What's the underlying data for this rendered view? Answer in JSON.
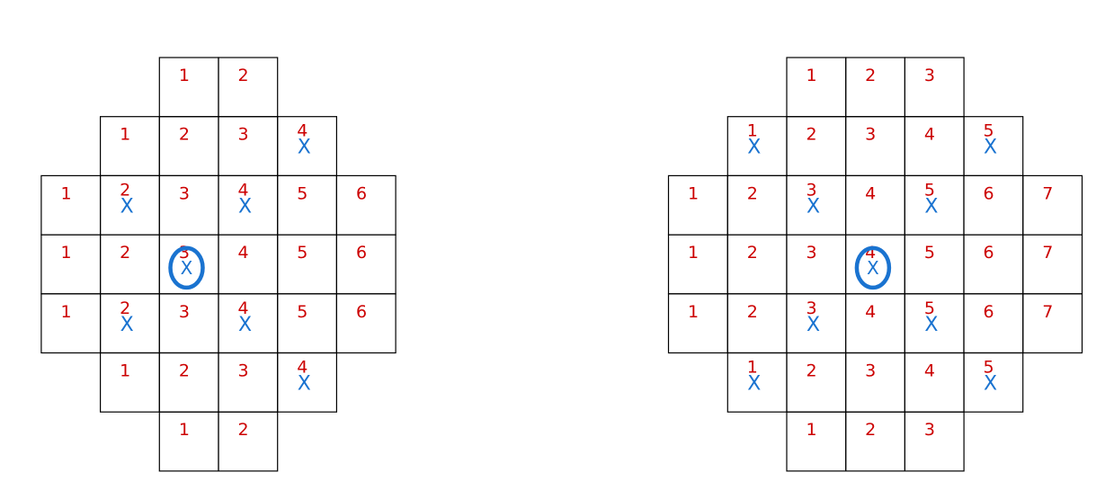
{
  "colors": {
    "number": "#cc0000",
    "mark": "#1a73d0",
    "grid": "#000000"
  },
  "mark_symbol": "X",
  "center_symbol": "X",
  "diagrams": [
    {
      "name": "left",
      "rows": [
        [
          "1",
          "2"
        ],
        [
          "1",
          "2",
          "3",
          "4"
        ],
        [
          "1",
          "2",
          "3",
          "4",
          "5",
          "6"
        ],
        [
          "1",
          "2",
          "3",
          "4",
          "5",
          "6"
        ],
        [
          "1",
          "2",
          "3",
          "4",
          "5",
          "6"
        ],
        [
          "1",
          "2",
          "3",
          "4"
        ],
        [
          "1",
          "2"
        ]
      ],
      "marked_cells": [
        [
          1,
          3
        ],
        [
          2,
          1
        ],
        [
          2,
          3
        ],
        [
          4,
          1
        ],
        [
          4,
          3
        ],
        [
          5,
          3
        ]
      ],
      "center_cell": [
        3,
        2
      ]
    },
    {
      "name": "right",
      "rows": [
        [
          "1",
          "2",
          "3"
        ],
        [
          "1",
          "2",
          "3",
          "4",
          "5"
        ],
        [
          "1",
          "2",
          "3",
          "4",
          "5",
          "6",
          "7"
        ],
        [
          "1",
          "2",
          "3",
          "4",
          "5",
          "6",
          "7"
        ],
        [
          "1",
          "2",
          "3",
          "4",
          "5",
          "6",
          "7"
        ],
        [
          "1",
          "2",
          "3",
          "4",
          "5"
        ],
        [
          "1",
          "2",
          "3"
        ]
      ],
      "marked_cells": [
        [
          1,
          0
        ],
        [
          1,
          4
        ],
        [
          2,
          2
        ],
        [
          2,
          4
        ],
        [
          4,
          2
        ],
        [
          4,
          4
        ],
        [
          5,
          0
        ],
        [
          5,
          4
        ]
      ],
      "center_cell": [
        3,
        3
      ]
    }
  ]
}
